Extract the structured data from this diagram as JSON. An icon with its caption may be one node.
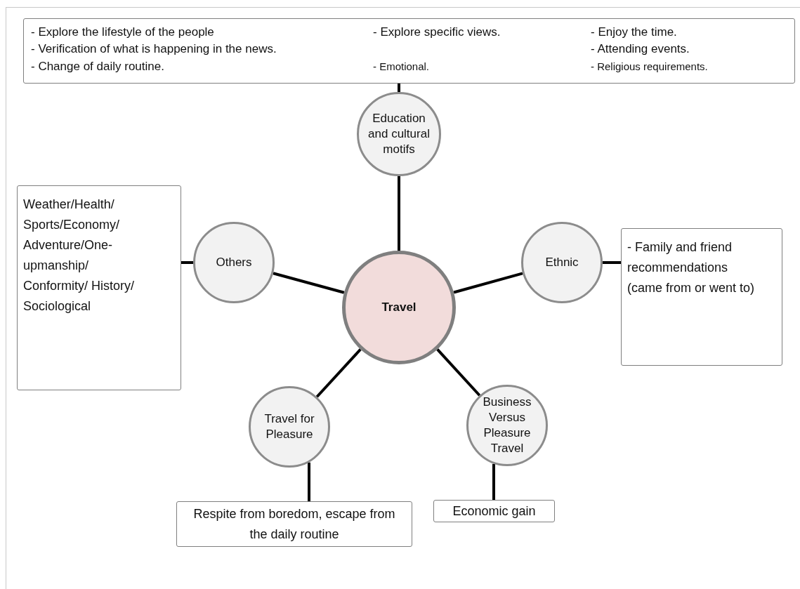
{
  "diagram": {
    "nodes": [
      {
        "text": [
          "- Explore the lifestyle of the people",
          "- Explore specific views.",
          "- Enjoy the time.",
          "- Verification of what is happening in the news.",
          "- Attending events.",
          "- Change of daily routine.",
          "- Emotional.",
          "- Religious requirements."
        ]
      },
      {
        "text": [
          "Education and cultural motifs"
        ]
      },
      {
        "text": [
          "Weather/Health/ Sports/Economy/ Adventure/One-upmanship/ Conformity/ History/ Sociological"
        ]
      },
      {
        "text": [
          "Others"
        ]
      },
      {
        "text": [
          "Travel"
        ]
      },
      {
        "text": [
          "Ethnic"
        ]
      },
      {
        "text": [
          "- Family and friend recommendations (came from or went to)"
        ]
      },
      {
        "text": [
          "Travel for Pleasure"
        ]
      },
      {
        "text": [
          "Business Versus Pleasure Travel"
        ]
      },
      {
        "text": [
          "Respite from boredom, escape from the daily routine"
        ]
      },
      {
        "text": [
          "Economic gain"
        ]
      }
    ],
    "edges": [
      {
        "from": 0,
        "to": 1,
        "arrow": "none"
      },
      {
        "from": 1,
        "to": 4,
        "arrow": "none"
      },
      {
        "from": 2,
        "to": 3,
        "arrow": "none"
      },
      {
        "from": 3,
        "to": 4,
        "arrow": "none"
      },
      {
        "from": 4,
        "to": 5,
        "arrow": "none"
      },
      {
        "from": 5,
        "to": 6,
        "arrow": "none"
      },
      {
        "from": 7,
        "to": 4,
        "arrow": "none"
      },
      {
        "from": 8,
        "to": 4,
        "arrow": "none"
      },
      {
        "from": 7,
        "to": 9,
        "arrow": "none"
      },
      {
        "from": 8,
        "to": 10,
        "arrow": "none"
      }
    ]
  }
}
